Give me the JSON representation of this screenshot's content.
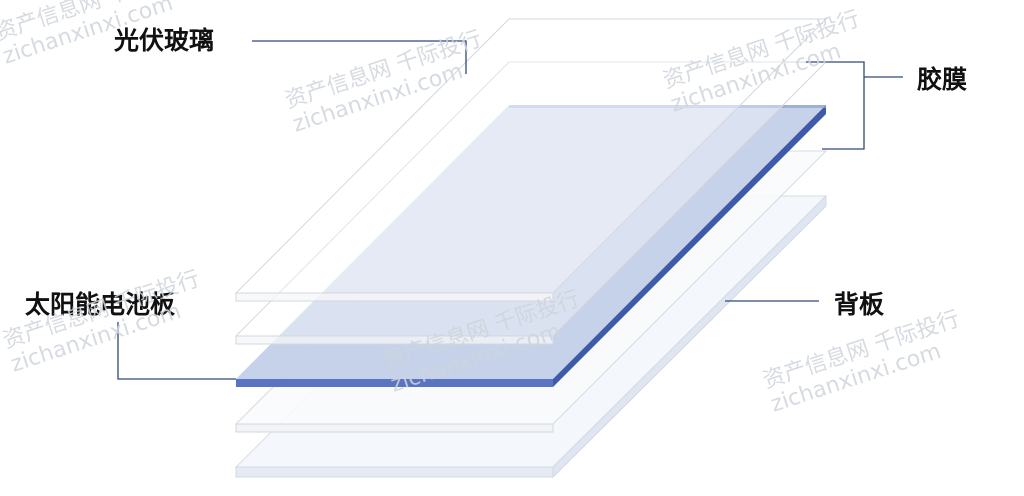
{
  "labels": {
    "glass": "光伏玻璃",
    "film": "胶膜",
    "cell": "太阳能电池板",
    "backsheet": "背板"
  },
  "watermark": {
    "line1": "资产信息网 千际投行",
    "line2": "zichanxinxi.com"
  },
  "colors": {
    "leader_line": "#2f4a7a",
    "cell_top": "#c3d0e8",
    "cell_front": "#5a74c2",
    "cell_side": "#3f5aa8",
    "backsheet_edge": "#dfe6f1",
    "layer_outline": "#d3d8de"
  }
}
